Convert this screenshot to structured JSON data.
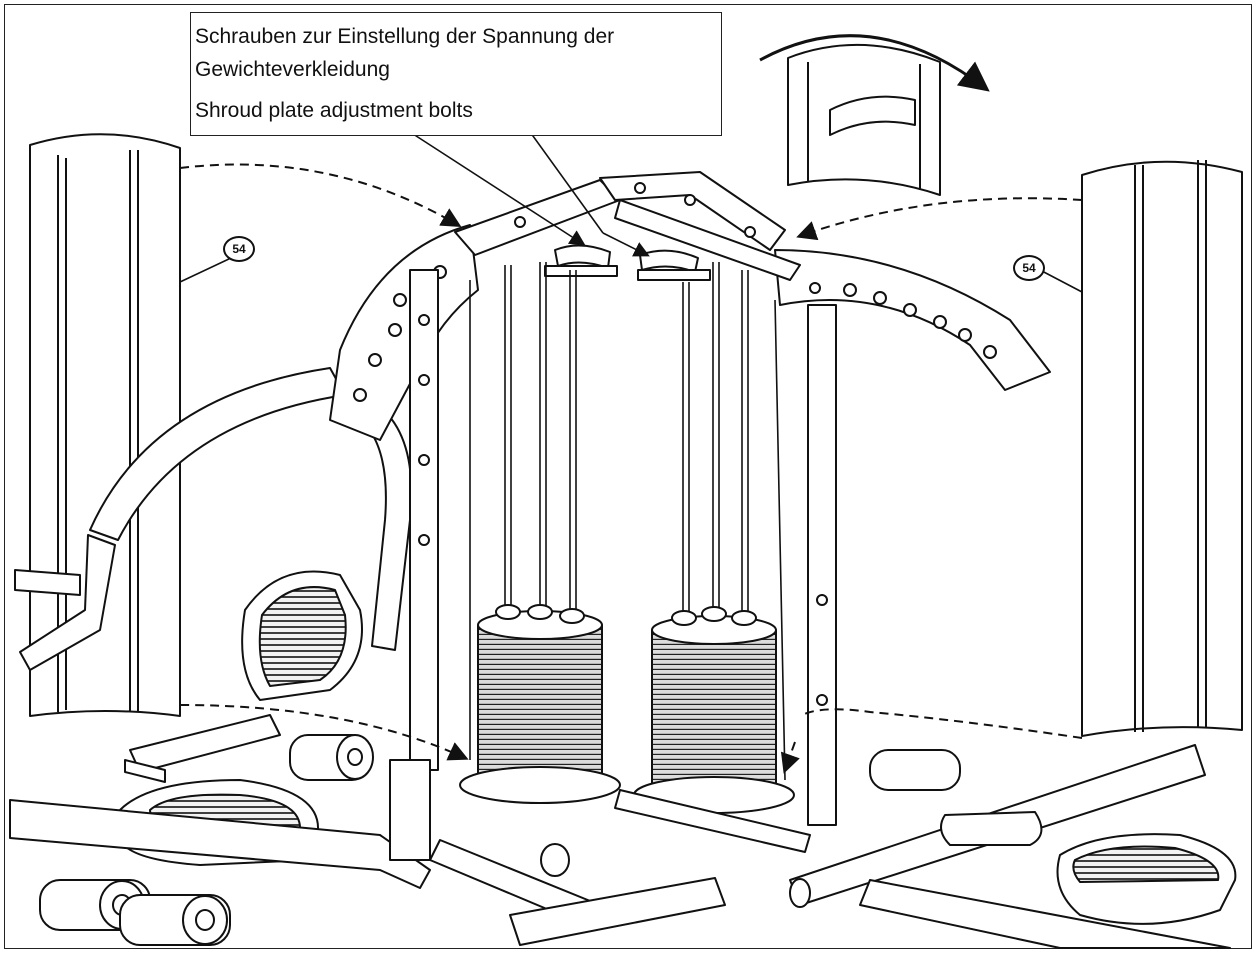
{
  "callout": {
    "line_de_1": "Schrauben zur Einstellung der Spannung der",
    "line_de_2": "Gewichteverkleidung",
    "line_en": "Shroud plate adjustment bolts"
  },
  "part_labels": {
    "left_shroud": "54",
    "right_shroud": "54"
  },
  "colors": {
    "line": "#111111",
    "fill": "#ffffff",
    "plate_fill": "#d9d9d9"
  }
}
